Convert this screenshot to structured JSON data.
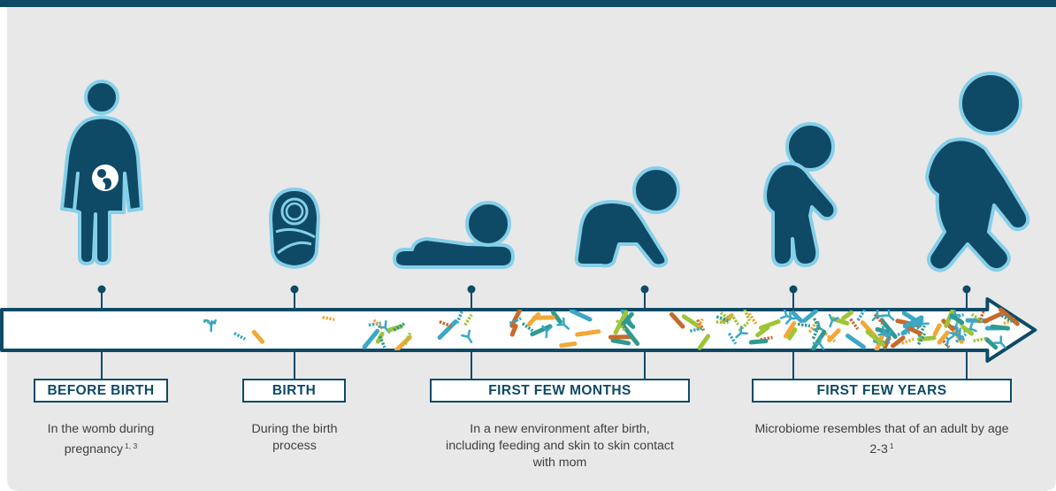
{
  "colors": {
    "navy": "#0e4a66",
    "light_blue": "#86cfe8",
    "panel": "#e8e8e9",
    "bacteria": [
      "#2f9a8f",
      "#9ec437",
      "#f2a838",
      "#c66a2c",
      "#3aa7c6"
    ]
  },
  "stages": [
    {
      "label": "BEFORE BIRTH",
      "desc": "In the womb during pregnancy",
      "sup": "1, 3"
    },
    {
      "label": "BIRTH",
      "desc": "During the birth process",
      "sup": ""
    },
    {
      "label": "FIRST FEW MONTHS",
      "desc": "In a new environment after birth, including feeding and skin to skin contact with mom",
      "sup": ""
    },
    {
      "label": "FIRST FEW YEARS",
      "desc": "Microbiome resembles that of an adult by age 2-3",
      "sup": "1"
    }
  ],
  "icons": [
    "pregnant-woman-icon",
    "swaddled-newborn-icon",
    "lying-baby-icon",
    "crawling-baby-icon",
    "toddler-icon",
    "walking-child-icon"
  ]
}
